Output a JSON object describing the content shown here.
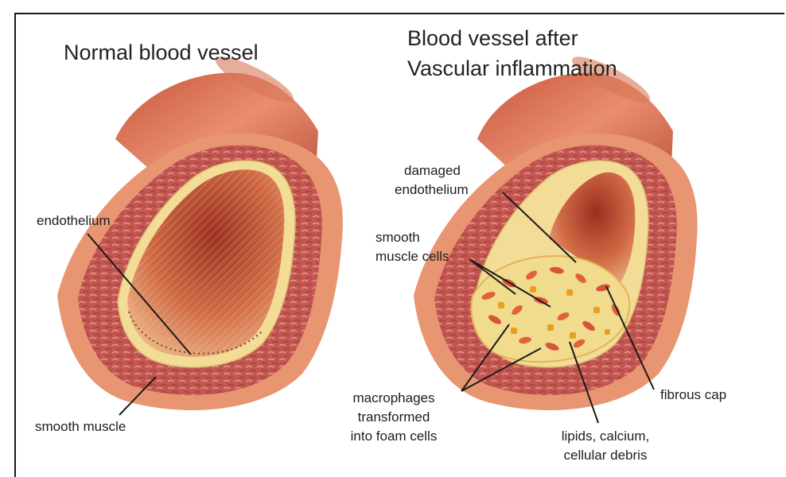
{
  "titles": {
    "normal": "Normal blood vessel",
    "inflamed_line1": "Blood vessel after",
    "inflamed_line2": "Vascular inflammation"
  },
  "labels": {
    "endothelium": "endothelium",
    "smooth_muscle": "smooth muscle",
    "damaged_1": "damaged",
    "damaged_2": "endothelium",
    "smc_1": "smooth",
    "smc_2": "muscle cells",
    "macro_1": "macrophages",
    "macro_2": "transformed",
    "macro_3": "into foam cells",
    "lipids_1": "lipids, calcium,",
    "lipids_2": "cellular debris",
    "fibrous_cap": "fibrous cap"
  },
  "colors": {
    "outer_wall": "#e89572",
    "muscle_layer": "#c85a55",
    "endothelium": "#f2dc96",
    "lumen": "#a53a26",
    "plaque": "#f0dc8c",
    "foam_cells": "#e8a020"
  }
}
